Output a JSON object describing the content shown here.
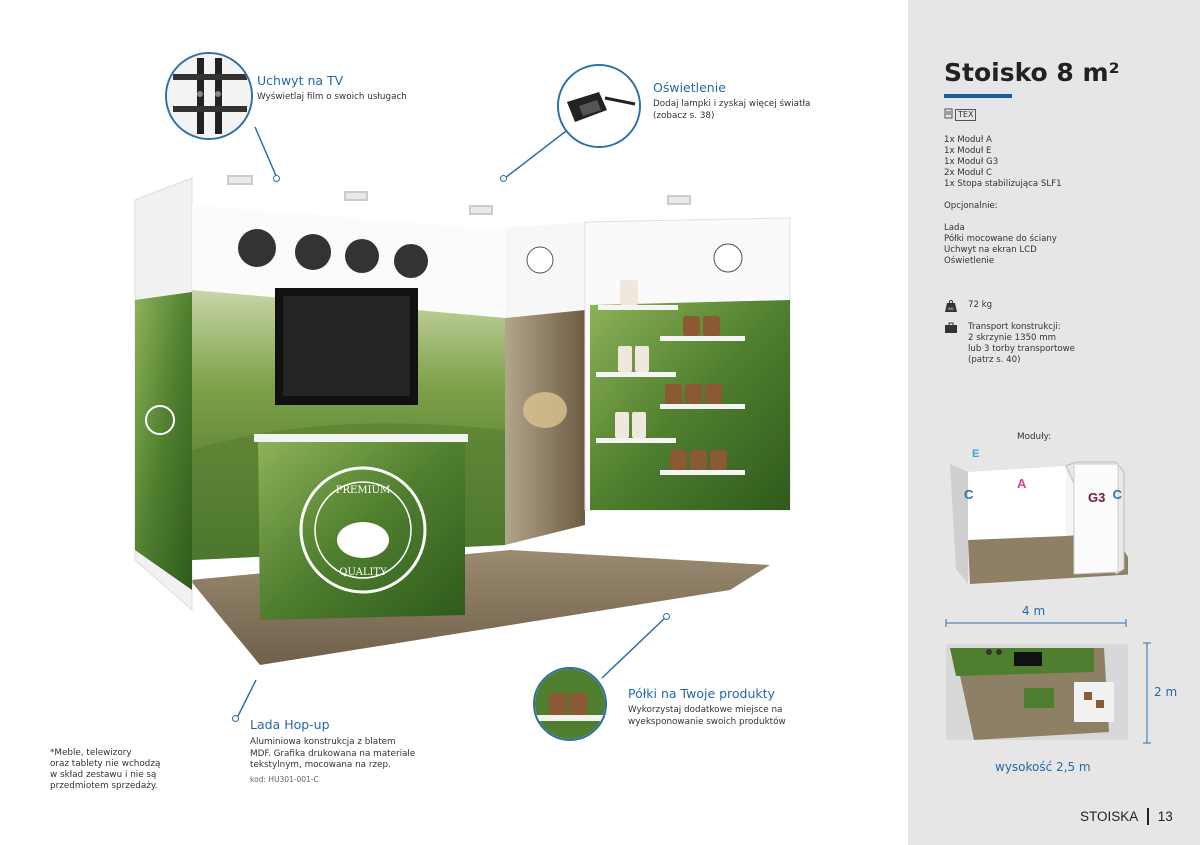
{
  "callouts": {
    "tv": {
      "title": "Uchwyt na TV",
      "desc": "Wyświetlaj film o swoich usługach"
    },
    "light": {
      "title": "Oświetlenie",
      "desc_lines": [
        "Dodaj lampki i zyskaj więcej światła",
        "(zobacz s. 38)"
      ]
    },
    "counter": {
      "title": "Lada Hop-up",
      "desc_lines": [
        "Aluminiowa konstrukcja z blatem",
        "MDF. Grafika drukowana na materiale",
        "tekstylnym, mocowana na rzep."
      ],
      "code": "kod: HU301-001-C"
    },
    "shelves": {
      "title": "Półki na Twoje produkty",
      "desc_lines": [
        "Wykorzystaj dodatkowe miejsce na",
        "wyeksponowanie swoich produktów"
      ]
    }
  },
  "note_lines": [
    "*Meble, telewizory",
    "oraz tablety nie wchodzą",
    "w skład zestawu i nie są",
    "przedmiotem sprzedaży."
  ],
  "booth_graphic": {
    "badge_lines": [
      "PREMIUM",
      "QUALITY"
    ]
  },
  "panel": {
    "title": "Stoisko 8 m²",
    "tex_label": "TEX",
    "modules_list": [
      "1x Moduł A",
      "1x Moduł E",
      "1x Moduł G3",
      "2x Moduł C",
      "1x Stopa stabilizująca SLF1"
    ],
    "optional_label": "Opcjonalnie:",
    "optional_list": [
      "Lada",
      "Półki mocowane do ściany",
      "Uchwyt na ekran LCD",
      "Oświetlenie"
    ],
    "weight_badge": "KG",
    "weight": "72 kg",
    "transport_lines": [
      "Transport konstrukcji:",
      "2 skrzynie 1350 mm",
      "lub 3 torby transportowe",
      "(patrz s. 40)"
    ],
    "modules_label": "Moduły:",
    "module_letters": {
      "e": "E",
      "c_left": "C",
      "a": "A",
      "g3": "G3",
      "c_right": "C"
    },
    "width_label": "4 m",
    "depth_label": "2 m",
    "height_label": "wysokość 2,5 m"
  },
  "footer": {
    "section": "STOISKA",
    "page": "13"
  },
  "colors": {
    "accent_blue": "#2469a8",
    "panel_bg": "#e6e6e6",
    "module_a": "#d04a8c",
    "module_g3": "#6b1f2e",
    "module_c": "#2d6fb0",
    "module_e": "#3aa6d8"
  },
  "icons": {
    "weight": "weight-icon",
    "transport": "briefcase-icon",
    "tex": "tex-icon"
  }
}
